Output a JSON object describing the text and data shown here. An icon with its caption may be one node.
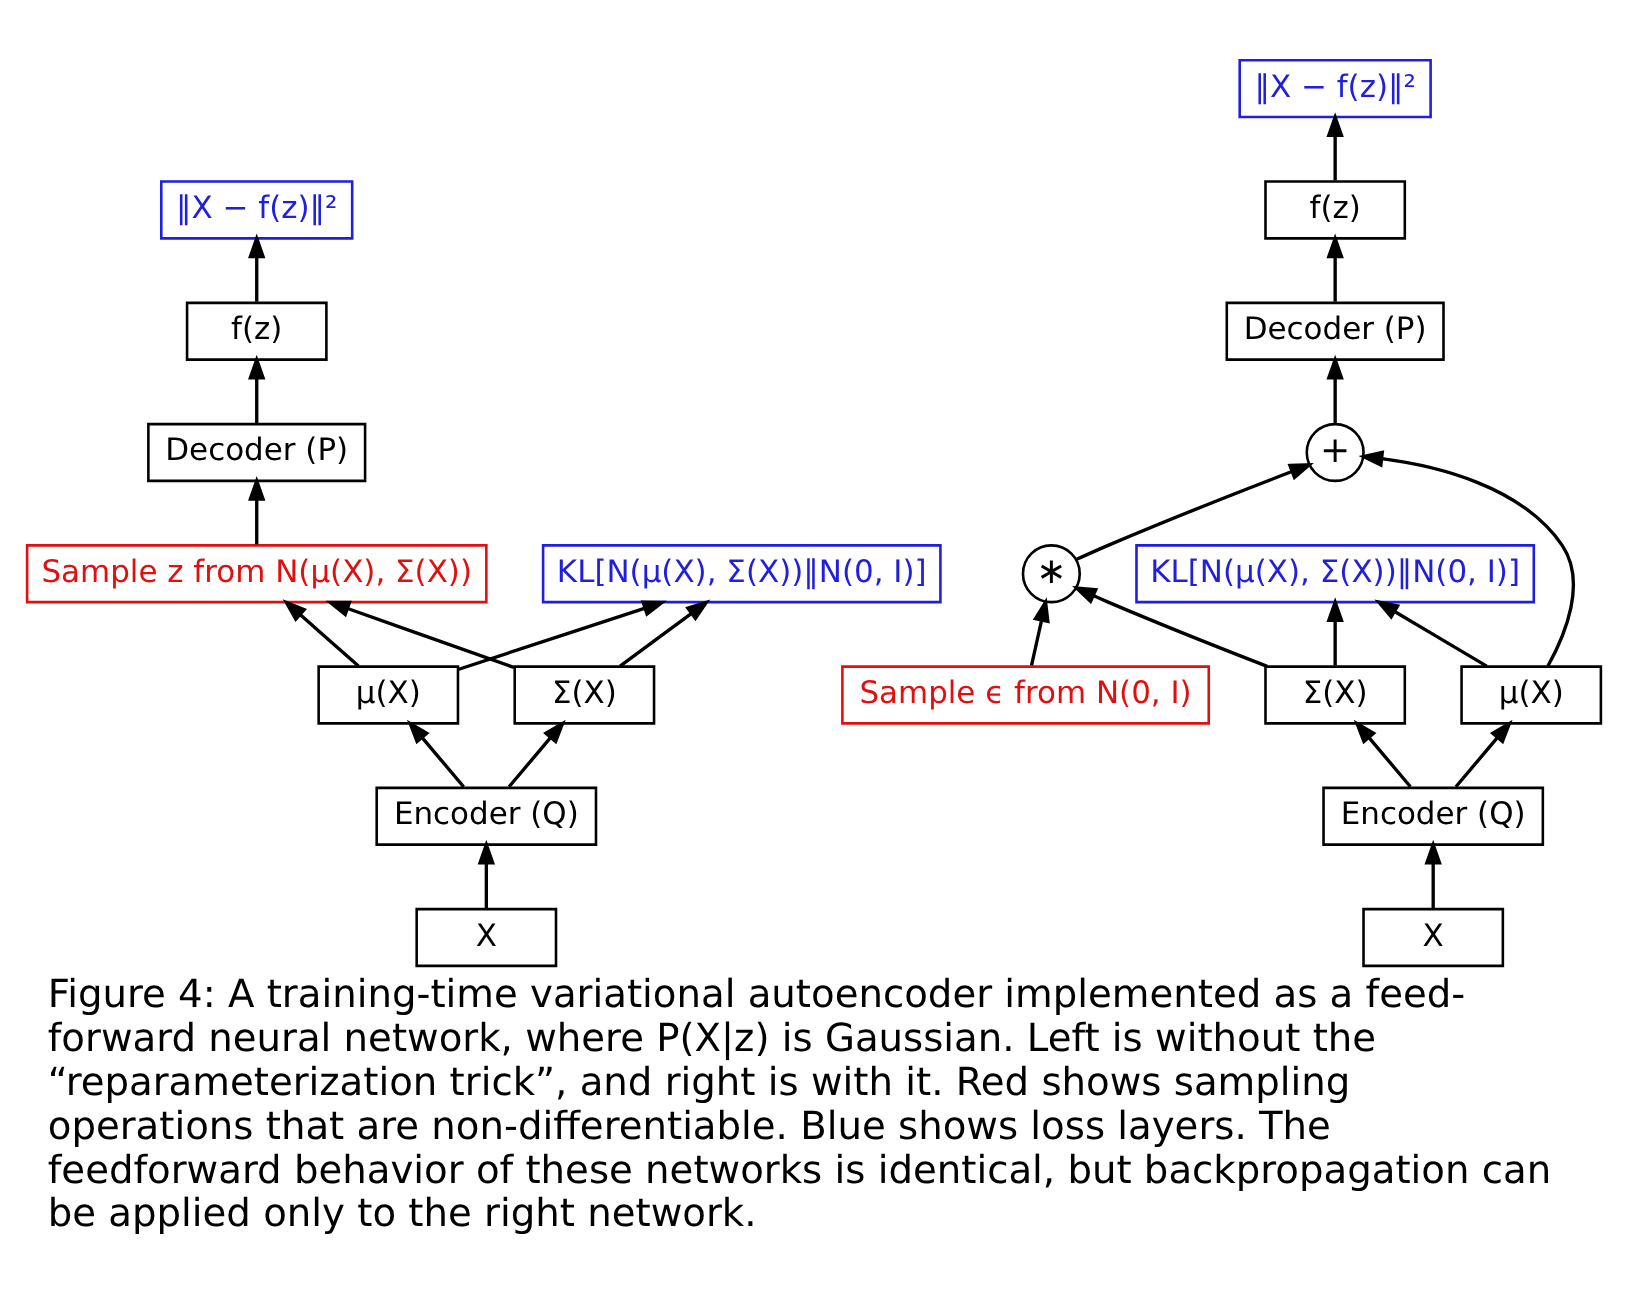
{
  "diagram": {
    "caption": "Figure 4: A training-time variational autoencoder implemented as a feed-forward neural network, where P(X|z) is Gaussian. Left is without the “reparameterization trick”, and right is with it. Red shows sampling operations that are non-differentiable. Blue shows loss layers. The feedforward behavior of these networks is identical, but backpropagation can be applied only to the right network.",
    "nodes": [
      {
        "text": [
          "‖X − f(z)‖²"
        ]
      },
      {
        "text": [
          "f(z)"
        ]
      },
      {
        "text": [
          "Decoder (P)"
        ]
      },
      {
        "text": [
          "KL[N(μ(X), Σ(X))‖N(0, I)]"
        ]
      },
      {
        "text": [
          "Sample z from N(μ(X), Σ(X))"
        ]
      },
      {
        "text": [
          "μ(X)"
        ]
      },
      {
        "text": [
          "Σ(X)"
        ]
      },
      {
        "text": [
          "Encoder (Q)"
        ]
      },
      {
        "text": [
          "X"
        ]
      },
      {
        "text": [
          "‖X − f(z)‖²"
        ]
      },
      {
        "text": [
          "f(z)"
        ]
      },
      {
        "text": [
          "KL[N(μ(X), Σ(X))‖N(0, I)]"
        ]
      },
      {
        "text": [
          "Decoder (P)"
        ]
      },
      {
        "text": [
          "+"
        ]
      },
      {
        "text": [
          "μ(X)"
        ]
      },
      {
        "text": [
          "Σ(X)"
        ]
      },
      {
        "text": [
          "∗"
        ]
      },
      {
        "text": [
          "Encoder (Q)"
        ]
      },
      {
        "text": [
          "Sample ϵ from N(0, I)"
        ]
      },
      {
        "text": [
          "X"
        ]
      }
    ],
    "edges": [
      {
        "from": 8,
        "to": 7,
        "arrow": "to"
      },
      {
        "from": 7,
        "to": 5,
        "arrow": "to"
      },
      {
        "from": 7,
        "to": 6,
        "arrow": "to"
      },
      {
        "from": 5,
        "to": 3,
        "arrow": "to"
      },
      {
        "from": 6,
        "to": 3,
        "arrow": "to"
      },
      {
        "from": 5,
        "to": 4,
        "arrow": "to"
      },
      {
        "from": 6,
        "to": 4,
        "arrow": "to"
      },
      {
        "from": 4,
        "to": 2,
        "arrow": "to"
      },
      {
        "from": 2,
        "to": 1,
        "arrow": "to"
      },
      {
        "from": 1,
        "to": 0,
        "arrow": "to"
      },
      {
        "from": 19,
        "to": 17,
        "arrow": "to"
      },
      {
        "from": 17,
        "to": 14,
        "arrow": "to"
      },
      {
        "from": 17,
        "to": 15,
        "arrow": "to"
      },
      {
        "from": 14,
        "to": 11,
        "arrow": "to"
      },
      {
        "from": 15,
        "to": 11,
        "arrow": "to"
      },
      {
        "from": 14,
        "to": 13,
        "arrow": "to"
      },
      {
        "from": 15,
        "to": 16,
        "arrow": "to"
      },
      {
        "from": 18,
        "to": 16,
        "arrow": "to"
      },
      {
        "from": 16,
        "to": 13,
        "arrow": "to"
      },
      {
        "from": 13,
        "to": 12,
        "arrow": "to"
      },
      {
        "from": 12,
        "to": 10,
        "arrow": "to"
      },
      {
        "from": 10,
        "to": 9,
        "arrow": "to"
      }
    ]
  }
}
